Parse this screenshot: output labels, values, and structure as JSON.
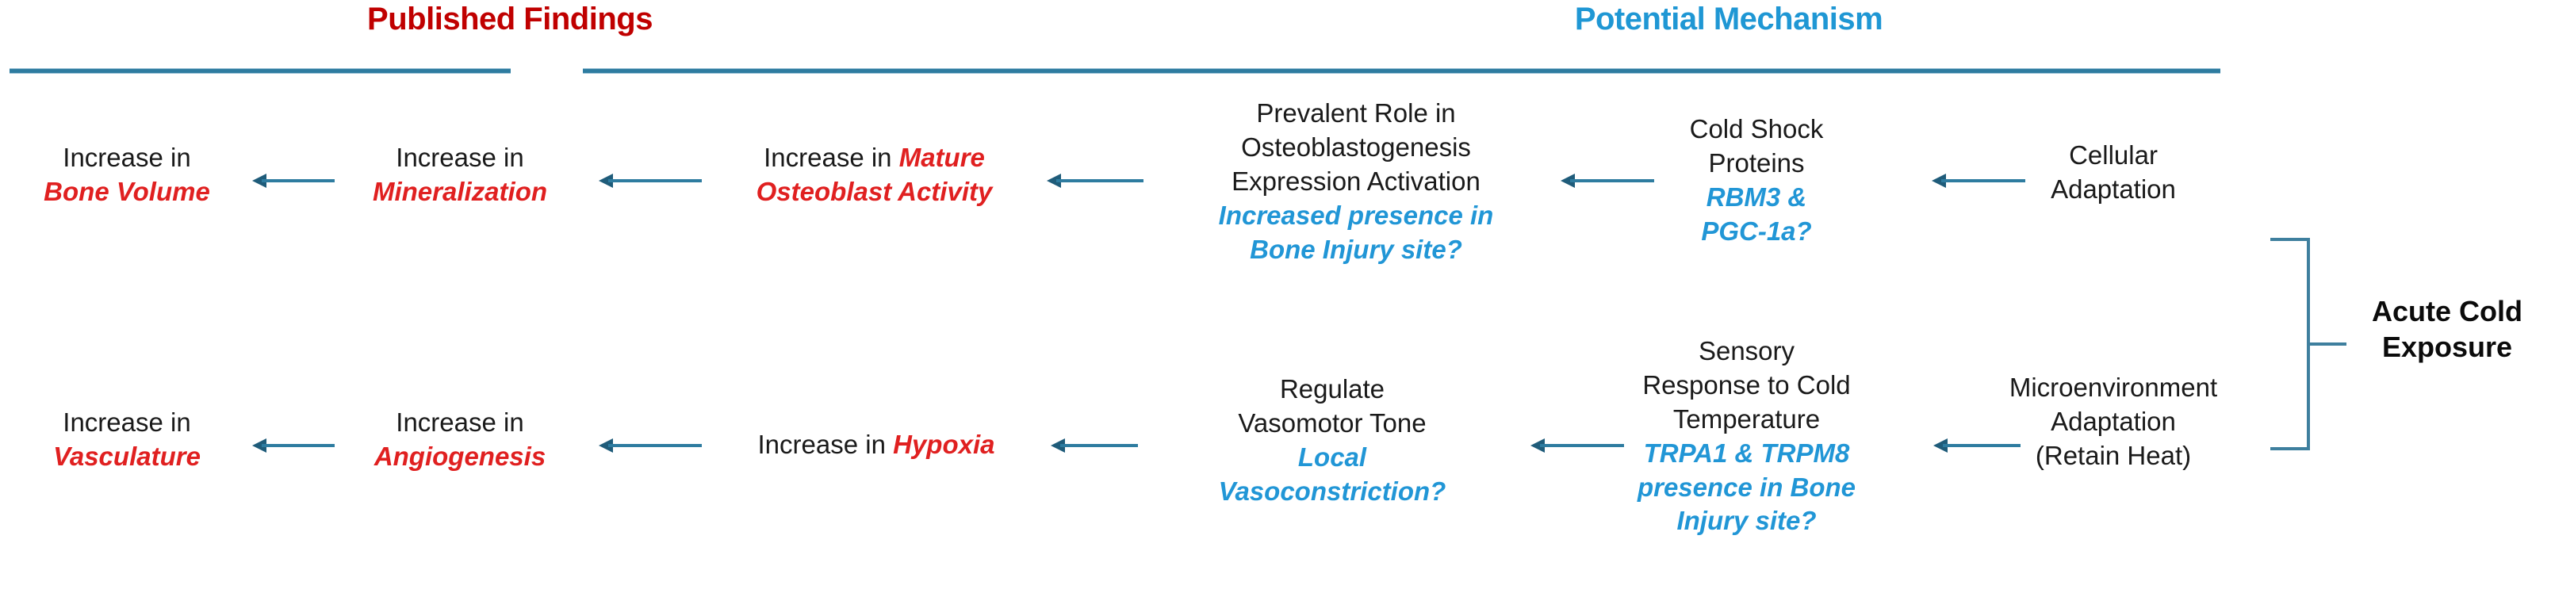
{
  "headers": {
    "left": "Published Findings",
    "right": "Potential Mechanism",
    "left_color": "#C00000",
    "right_color": "#1F97D4",
    "rule_color": "#2E7CA0"
  },
  "colors": {
    "arrow": "#2E7CA0",
    "arrow_head": "#1F5C7A",
    "emphasis_red": "#E02020",
    "emphasis_blue": "#2196D6",
    "body_text": "#1A1A1A",
    "bracket": "#3E7F9E"
  },
  "rows": [
    {
      "id": "osteogenic-pathway",
      "nodes": [
        {
          "id": "bone-volume",
          "lead": "Increase in",
          "emphasis_red": "Bone Volume"
        },
        {
          "id": "mineralization",
          "lead": "Increase in",
          "emphasis_red": "Mineralization"
        },
        {
          "id": "mature-osteoblast-activity",
          "lead": "Increase in",
          "emphasis_red": "Mature Osteoblast Activity"
        },
        {
          "id": "prevalent-role-osteoblastogenesis",
          "lead": "Prevalent Role in Osteoblastogenesis Expression Activation",
          "emphasis_blue": "Increased presence in Bone Injury site?"
        },
        {
          "id": "cold-shock-proteins",
          "lead": "Cold Shock Proteins",
          "emphasis_blue": "RBM3 & PGC-1a?"
        },
        {
          "id": "cellular-adaptation",
          "lead": "Cellular Adaptation"
        }
      ]
    },
    {
      "id": "vascular-pathway",
      "nodes": [
        {
          "id": "vasculature",
          "lead": "Increase in",
          "emphasis_red": "Vasculature"
        },
        {
          "id": "angiogenesis",
          "lead": "Increase in",
          "emphasis_red": "Angiogenesis"
        },
        {
          "id": "hypoxia",
          "lead": "Increase in",
          "emphasis_red": "Hypoxia"
        },
        {
          "id": "regulate-vasomotor-tone",
          "lead": "Regulate Vasomotor Tone",
          "emphasis_blue": "Local Vasoconstriction?"
        },
        {
          "id": "sensory-response-cold",
          "lead": "Sensory Response to Cold Temperature",
          "emphasis_blue": "TRPA1 & TRPM8 presence in Bone Injury site?"
        },
        {
          "id": "microenvironment-adaptation",
          "lead": "Microenvironment Adaptation (Retain Heat)"
        }
      ]
    }
  ],
  "nodes": {
    "bone_volume_lead": "Increase in",
    "bone_volume_em": "Bone Volume",
    "mineralization_lead": "Increase in",
    "mineralization_em": "Mineralization",
    "osteoblast_lead": "Increase in ",
    "osteoblast_em": "Mature Osteoblast Activity",
    "prevalent_l1": "Prevalent Role in",
    "prevalent_l2": "Osteoblastogenesis",
    "prevalent_l3": "Expression Activation",
    "prevalent_em1": "Increased presence in",
    "prevalent_em2": "Bone Injury site?",
    "coldshock_l1": "Cold Shock",
    "coldshock_l2": "Proteins",
    "coldshock_em1": "RBM3 &",
    "coldshock_em2": "PGC-1a?",
    "cellular_l1": "Cellular",
    "cellular_l2": "Adaptation",
    "vasculature_lead": "Increase in",
    "vasculature_em": "Vasculature",
    "angiogenesis_lead": "Increase in",
    "angiogenesis_em": "Angiogenesis",
    "hypoxia_lead": "Increase in ",
    "hypoxia_em": "Hypoxia",
    "vasomotor_l1": "Regulate",
    "vasomotor_l2": "Vasomotor Tone",
    "vasomotor_em1": "Local",
    "vasomotor_em2": "Vasoconstriction?",
    "sensory_l1": "Sensory",
    "sensory_l2": "Response to Cold",
    "sensory_l3": "Temperature",
    "sensory_em1": "TRPA1 & TRPM8",
    "sensory_em2": "presence in Bone",
    "sensory_em3": "Injury site?",
    "microenv_l1": "Microenvironment",
    "microenv_l2": "Adaptation",
    "microenv_l3": "(Retain Heat)",
    "acute_l1": "Acute Cold",
    "acute_l2": "Exposure"
  },
  "grouping_label": {
    "text": "Acute Cold Exposure",
    "line1": "Acute Cold",
    "line2": "Exposure"
  },
  "arrow_direction": "right-to-left",
  "arrow_count": 10
}
